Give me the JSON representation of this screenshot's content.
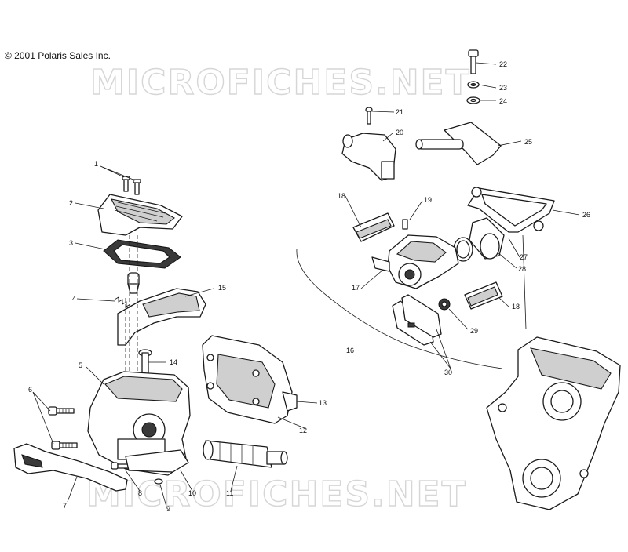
{
  "copyright": "© 2001 Polaris Sales Inc.",
  "watermark": "MICROFICHES.NET",
  "callouts": {
    "c1": "1",
    "c2": "2",
    "c3": "3",
    "c4": "4",
    "c5": "5",
    "c6": "6",
    "c7": "7",
    "c8": "8",
    "c9": "9",
    "c10": "10",
    "c11": "11",
    "c12": "12",
    "c13": "13",
    "c14": "14",
    "c15": "15",
    "c16": "16",
    "c17": "17",
    "c18a": "18",
    "c18b": "18",
    "c19": "19",
    "c20": "20",
    "c21": "21",
    "c22": "22",
    "c23": "23",
    "c24": "24",
    "c25": "25",
    "c26": "26",
    "c27": "27",
    "c28": "28",
    "c29": "29",
    "c30": "30"
  },
  "colors": {
    "line": "#1a1a1a",
    "watermark": "#d6d6d6",
    "shade": "#cfcfcf"
  }
}
